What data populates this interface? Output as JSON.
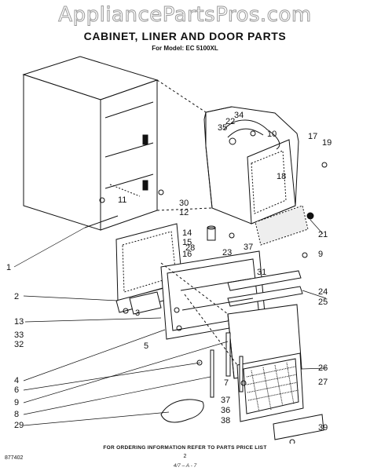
{
  "watermark": "AppliancePartsPros.com",
  "title": "CABINET, LINER AND DOOR PARTS",
  "subtitle": "For Model: EC 5100XL",
  "callouts": [
    "1",
    "2",
    "3",
    "4",
    "5",
    "6",
    "7",
    "8",
    "9",
    "9",
    "10",
    "11",
    "12",
    "13",
    "14",
    "15",
    "16",
    "17",
    "18",
    "19",
    "21",
    "22",
    "23",
    "24",
    "25",
    "26",
    "27",
    "28",
    "29",
    "30",
    "31",
    "32",
    "33",
    "34",
    "35",
    "36",
    "37",
    "37",
    "38",
    "39"
  ],
  "footer": "FOR ORDERING INFORMATION REFER TO PARTS PRICE LIST",
  "page_number": "2",
  "code": "877402",
  "handwriting": "4/7 – A - 7"
}
